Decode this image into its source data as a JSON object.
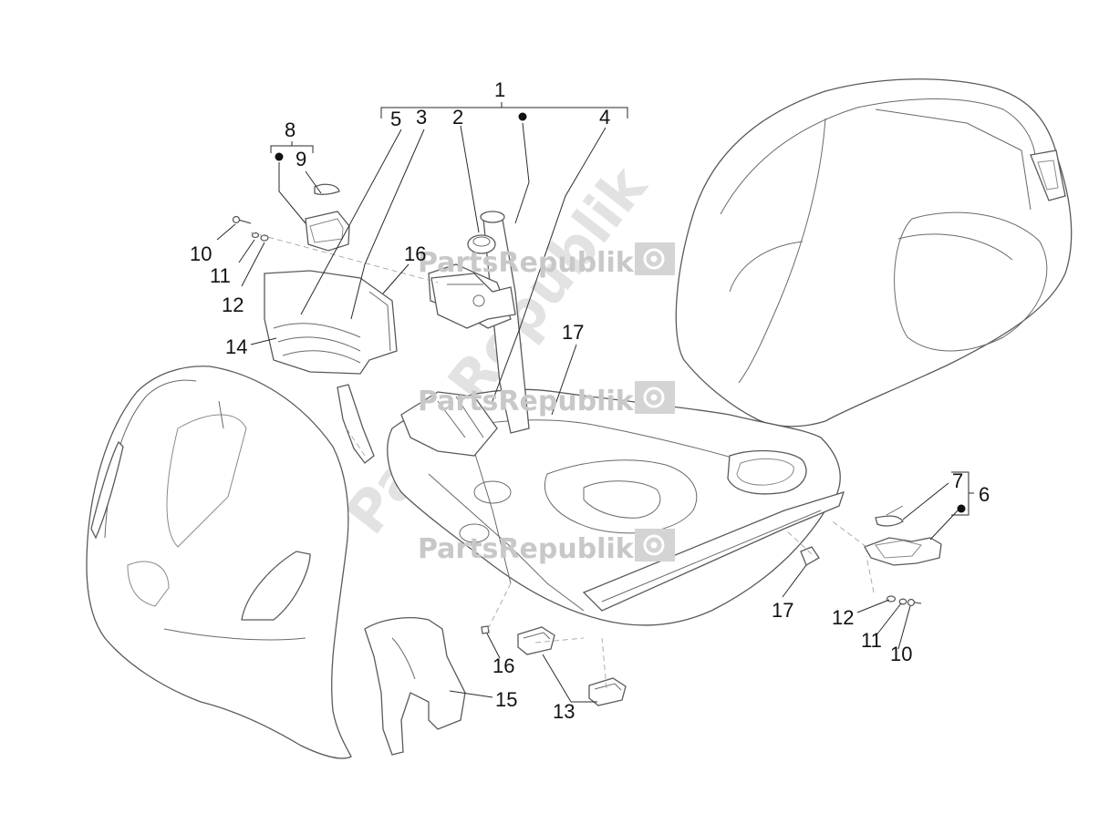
{
  "watermark": {
    "brand": "PartsRepublik",
    "brand_diagonal": "PartsRepublik"
  },
  "callouts": {
    "c1": "1",
    "c2": "2",
    "c3": "3",
    "c4": "4",
    "c5": "5",
    "c6": "6",
    "c7": "7",
    "c8": "8",
    "c9": "9",
    "c10a": "10",
    "c11a": "11",
    "c12a": "12",
    "c14": "14",
    "c16a": "16",
    "c17a": "17",
    "c16b": "16",
    "c15": "15",
    "c13": "13",
    "c17b": "17",
    "c12b": "12",
    "c11b": "11",
    "c10b": "10"
  },
  "colors": {
    "line": "#5a5a5a",
    "text": "#111111",
    "watermark": "#c8c8c8"
  }
}
